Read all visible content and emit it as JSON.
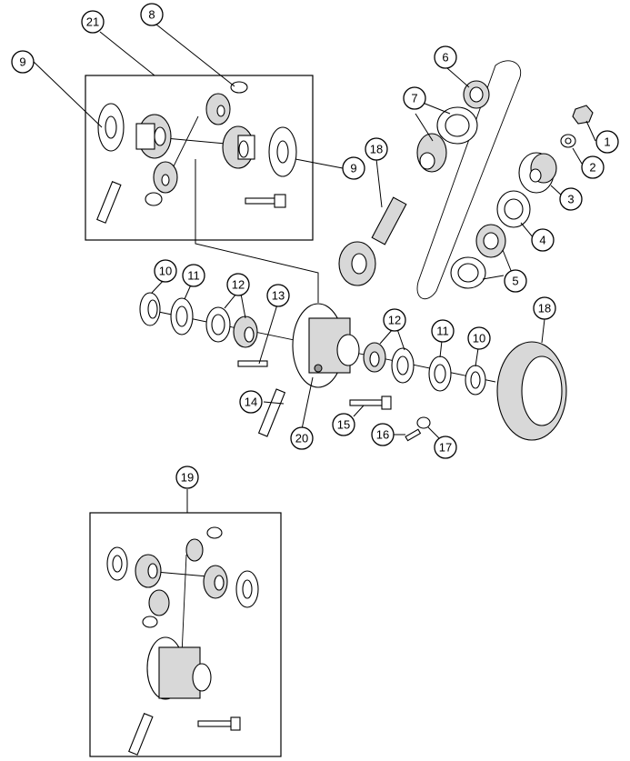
{
  "callouts": {
    "c1": "1",
    "c2": "2",
    "c3": "3",
    "c4": "4",
    "c5": "5",
    "c6": "6",
    "c7": "7",
    "c8": "8",
    "c9a": "9",
    "c9b": "9",
    "c10a": "10",
    "c10b": "10",
    "c11a": "11",
    "c11b": "11",
    "c12a": "12",
    "c12b": "12",
    "c13": "13",
    "c14": "14",
    "c15": "15",
    "c16": "16",
    "c17": "17",
    "c18a": "18",
    "c18b": "18",
    "c19": "19",
    "c20": "20",
    "c21": "21"
  },
  "colors": {
    "line": "#000000",
    "fill": "#ffffff",
    "shade": "#d8d8d8",
    "dark": "#9a9a9a"
  }
}
